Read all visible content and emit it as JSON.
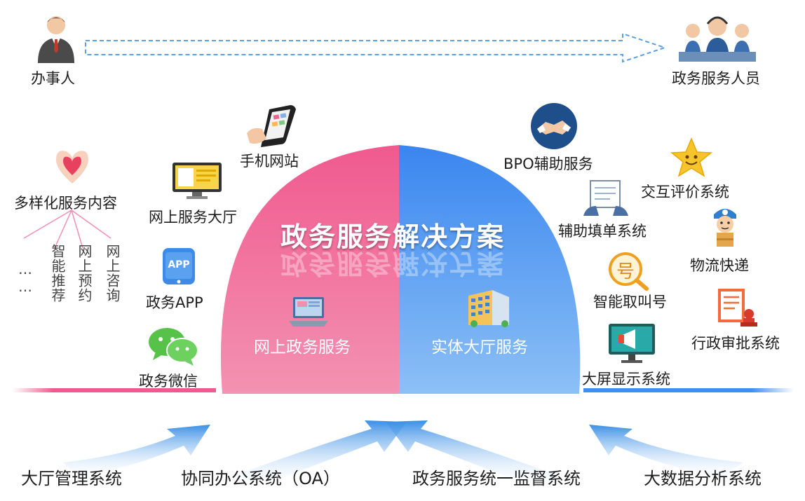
{
  "top": {
    "applicant": "办事人",
    "staff": "政务服务人员"
  },
  "center": {
    "title": "政务服务解决方案",
    "left_half": "网上政务服务",
    "right_half": "实体大厅服务"
  },
  "left_items": {
    "diverse_content": "多样化服务内容",
    "sub_items": [
      "智能推荐",
      "网上预约",
      "网上咨询"
    ],
    "ellipsis": "……",
    "mobile_site": "手机网站",
    "online_hall": "网上服务大厅",
    "app": "政务APP",
    "app_icon_text": "APP",
    "wechat": "政务微信"
  },
  "right_items": {
    "bpo": "BPO辅助服务",
    "form": "辅助填单系统",
    "eval": "交互评价系统",
    "logistics": "物流快递",
    "queue": "智能取叫号",
    "queue_icon_text": "号",
    "approval": "行政审批系统",
    "screen": "大屏显示系统"
  },
  "bottom": {
    "items": [
      "大厅管理系统",
      "协同办公系统（OA）",
      "政务服务统一监督系统",
      "大数据分析系统"
    ]
  },
  "colors": {
    "pink": "#ee5a8a",
    "blue": "#3e8ff0",
    "arrow_blue": "#5aa0e6"
  }
}
